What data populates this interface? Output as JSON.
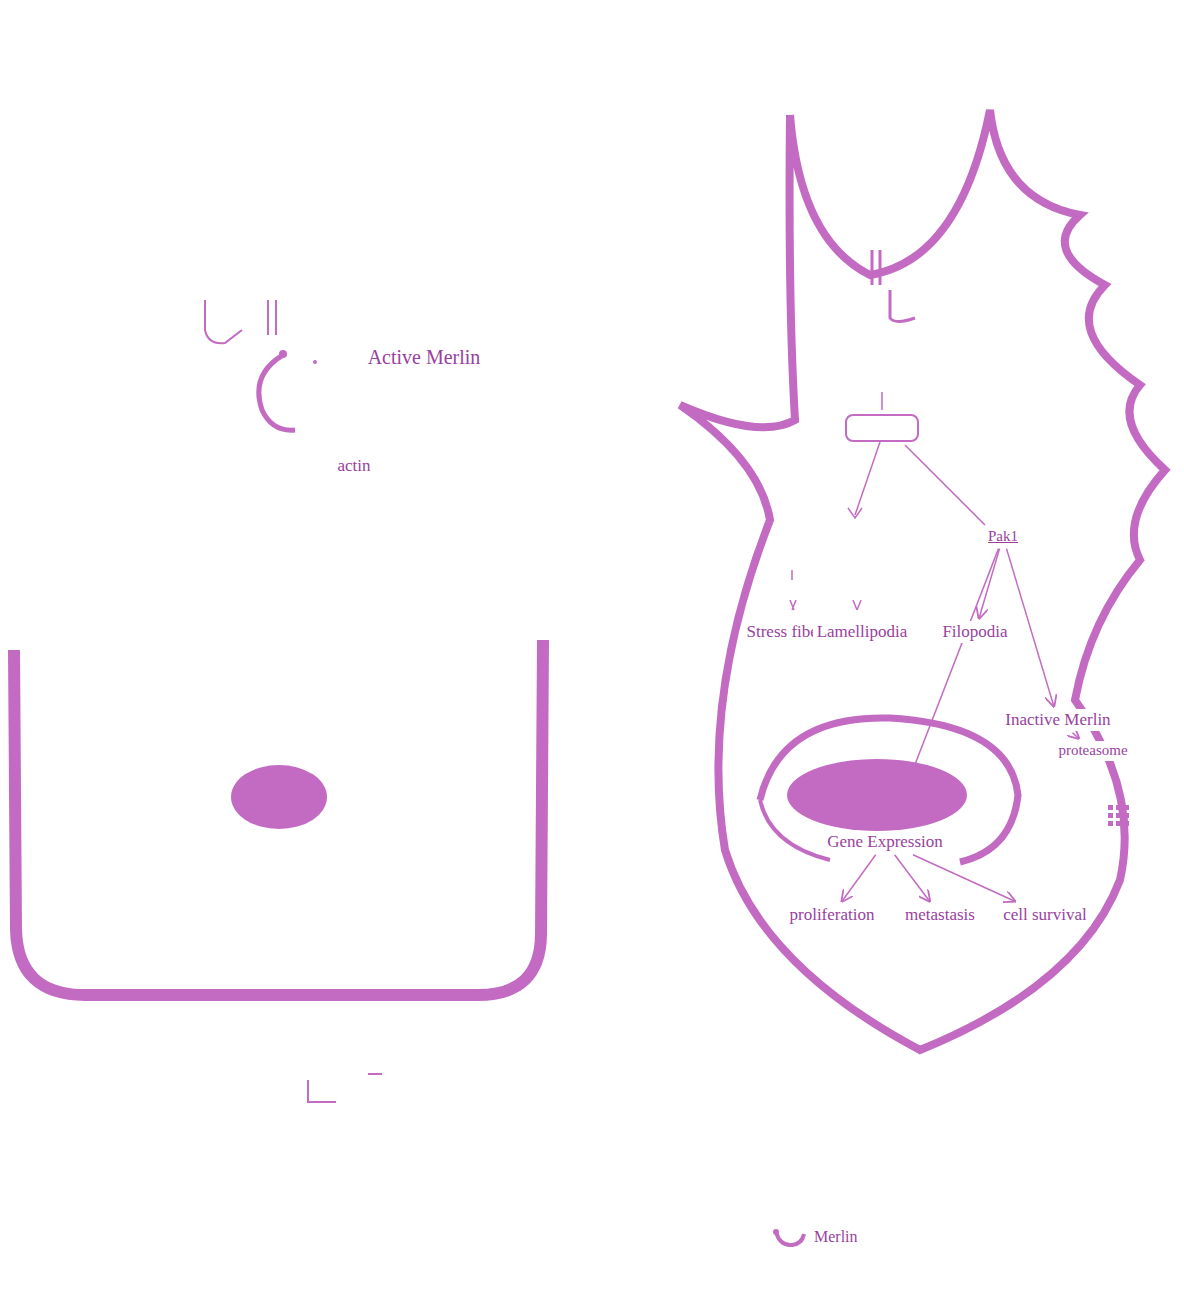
{
  "diagram": {
    "nodes": [
      {
        "text": [
          "Pak1"
        ]
      },
      {
        "text": [
          "Stress fiber"
        ]
      },
      {
        "text": [
          "Lamellipodia"
        ]
      },
      {
        "text": [
          "Filopodia"
        ]
      },
      {
        "text": [
          "Inactive Merlin"
        ]
      },
      {
        "text": [
          "proteasome"
        ]
      },
      {
        "text": [
          "Gene Expression"
        ]
      },
      {
        "text": [
          "proliferation"
        ]
      },
      {
        "text": [
          "metastasis"
        ]
      },
      {
        "text": [
          "cell survival"
        ]
      }
    ],
    "edges": [
      {
        "from": 0,
        "to": 3,
        "arrow": "to"
      },
      {
        "from": 0,
        "to": 4,
        "arrow": "to"
      },
      {
        "from": 0,
        "to": 6,
        "arrow": "to"
      },
      {
        "from": 4,
        "to": 5,
        "arrow": "to"
      },
      {
        "from": 6,
        "to": 7,
        "arrow": "to"
      },
      {
        "from": 6,
        "to": 8,
        "arrow": "to"
      },
      {
        "from": 6,
        "to": 9,
        "arrow": "to"
      }
    ],
    "labels": [
      "Active Merlin",
      "actin"
    ],
    "legend": [
      {
        "text": "Merlin"
      }
    ]
  }
}
